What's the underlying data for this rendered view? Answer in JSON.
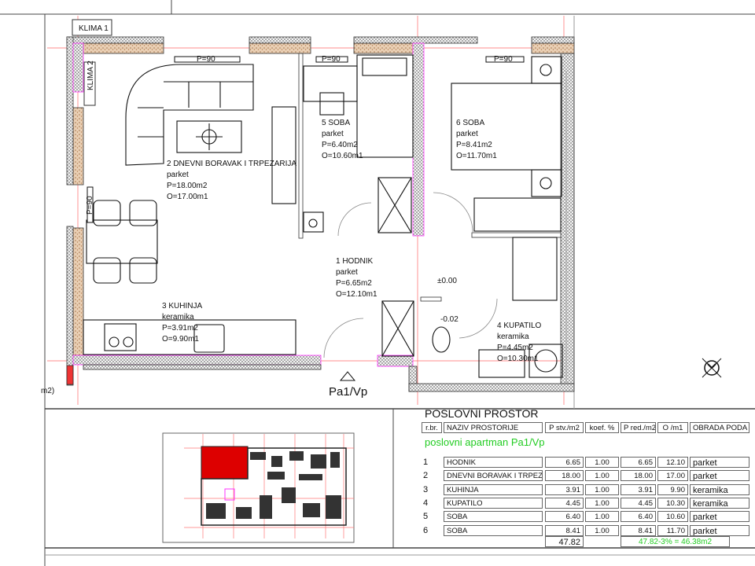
{
  "plan": {
    "klima1": "KLIMA 1",
    "klima2": "KLIMA 2",
    "radiator_label": "P=90",
    "rooms": [
      {
        "name": "2 DNEVNI BORAVAK I TRPEZARIJA",
        "floor": "parket",
        "area": "P=18.00m2",
        "perimeter": "O=17.00m1"
      },
      {
        "name": "5 SOBA",
        "floor": "parket",
        "area": "P=6.40m2",
        "perimeter": "O=10.60m1"
      },
      {
        "name": "6 SOBA",
        "floor": "parket",
        "area": "P=8.41m2",
        "perimeter": "O=11.70m1"
      },
      {
        "name": "1 HODNIK",
        "floor": "parket",
        "area": "P=6.65m2",
        "perimeter": "O=12.10m1"
      },
      {
        "name": "3 KUHINJA",
        "floor": "keramika",
        "area": "P=3.91m2",
        "perimeter": "O=9.90m1"
      },
      {
        "name": "4 KUPATILO",
        "floor": "keramika",
        "area": "P=4.45m2",
        "perimeter": "O=10.30m1"
      }
    ],
    "level_0": "±0.00",
    "level_1": "-0.02",
    "entrance": "Pa1/Vp",
    "edge_note": "m2)"
  },
  "table": {
    "title": "POSLOVNI PROSTOR",
    "headers": [
      "r.br.",
      "NAZIV PROSTORIJE",
      "P stv./m2",
      "koef. %",
      "P red./m2",
      "O /m1",
      "OBRADA PODA"
    ],
    "subtitle": "poslovni apartman Pa1/Vp",
    "rows": [
      {
        "no": "1",
        "name": "HODNIK",
        "p_stv": "6.65",
        "koef": "1.00",
        "p_red": "6.65",
        "o": "12.10",
        "floor": "parket"
      },
      {
        "no": "2",
        "name": "DNEVNI BORAVAK I TRPEZARIJA",
        "p_stv": "18.00",
        "koef": "1.00",
        "p_red": "18.00",
        "o": "17.00",
        "floor": "parket"
      },
      {
        "no": "3",
        "name": "KUHINJA",
        "p_stv": "3.91",
        "koef": "1.00",
        "p_red": "3.91",
        "o": "9.90",
        "floor": "keramika"
      },
      {
        "no": "4",
        "name": "KUPATILO",
        "p_stv": "4.45",
        "koef": "1.00",
        "p_red": "4.45",
        "o": "10.30",
        "floor": "keramika"
      },
      {
        "no": "5",
        "name": "SOBA",
        "p_stv": "6.40",
        "koef": "1.00",
        "p_red": "6.40",
        "o": "10.60",
        "floor": "parket"
      },
      {
        "no": "6",
        "name": "SOBA",
        "p_stv": "8.41",
        "koef": "1.00",
        "p_red": "8.41",
        "o": "11.70",
        "floor": "parket"
      }
    ],
    "total": "47.82",
    "reduced_total": "47.82-3% = 46.38m2"
  },
  "colors": {
    "accent_green": "#22cc22",
    "magenta": "#ff33ff",
    "red_guide": "#ff5555",
    "highlight": "#dd0000"
  }
}
